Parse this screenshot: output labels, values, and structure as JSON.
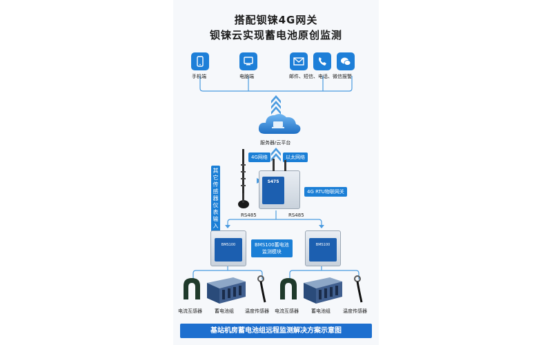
{
  "title": {
    "line1": "搭配钡铼4G网关",
    "line2": "钡铼云实现蓄电池原创监测"
  },
  "top_icons": [
    {
      "label": "手机端",
      "icon": "phone-icon"
    },
    {
      "label": "电脑端",
      "icon": "computer-icon"
    },
    {
      "label": "邮件、短信、电话、微信报警",
      "icon": "alarm-icons"
    }
  ],
  "cloud": {
    "label": "服务器/云平台"
  },
  "network": {
    "label_4g": "4G网络",
    "label_eth": "以太网络"
  },
  "sensor_input": {
    "label": "其它传感器仪表输入"
  },
  "gateway": {
    "label": "4G RTU物联网关",
    "brand": "S475",
    "port_left": "RS485",
    "port_right": "RS485"
  },
  "bms": {
    "label_line1": "BMS100蓄电池",
    "label_line2": "监测模块",
    "device_text": "BMS100"
  },
  "components": [
    {
      "label": "电流互感器"
    },
    {
      "label": "蓄电池组"
    },
    {
      "label": "温度传感器"
    },
    {
      "label": "电流互感器"
    },
    {
      "label": "蓄电池组"
    },
    {
      "label": "温度传感器"
    }
  ],
  "footer": {
    "text": "基站机房蓄电池组远程监测解决方案示意图"
  },
  "colors": {
    "accent": "#1b7fd6",
    "panel_bg": "#f6f8fb",
    "line": "#4a9be0"
  }
}
